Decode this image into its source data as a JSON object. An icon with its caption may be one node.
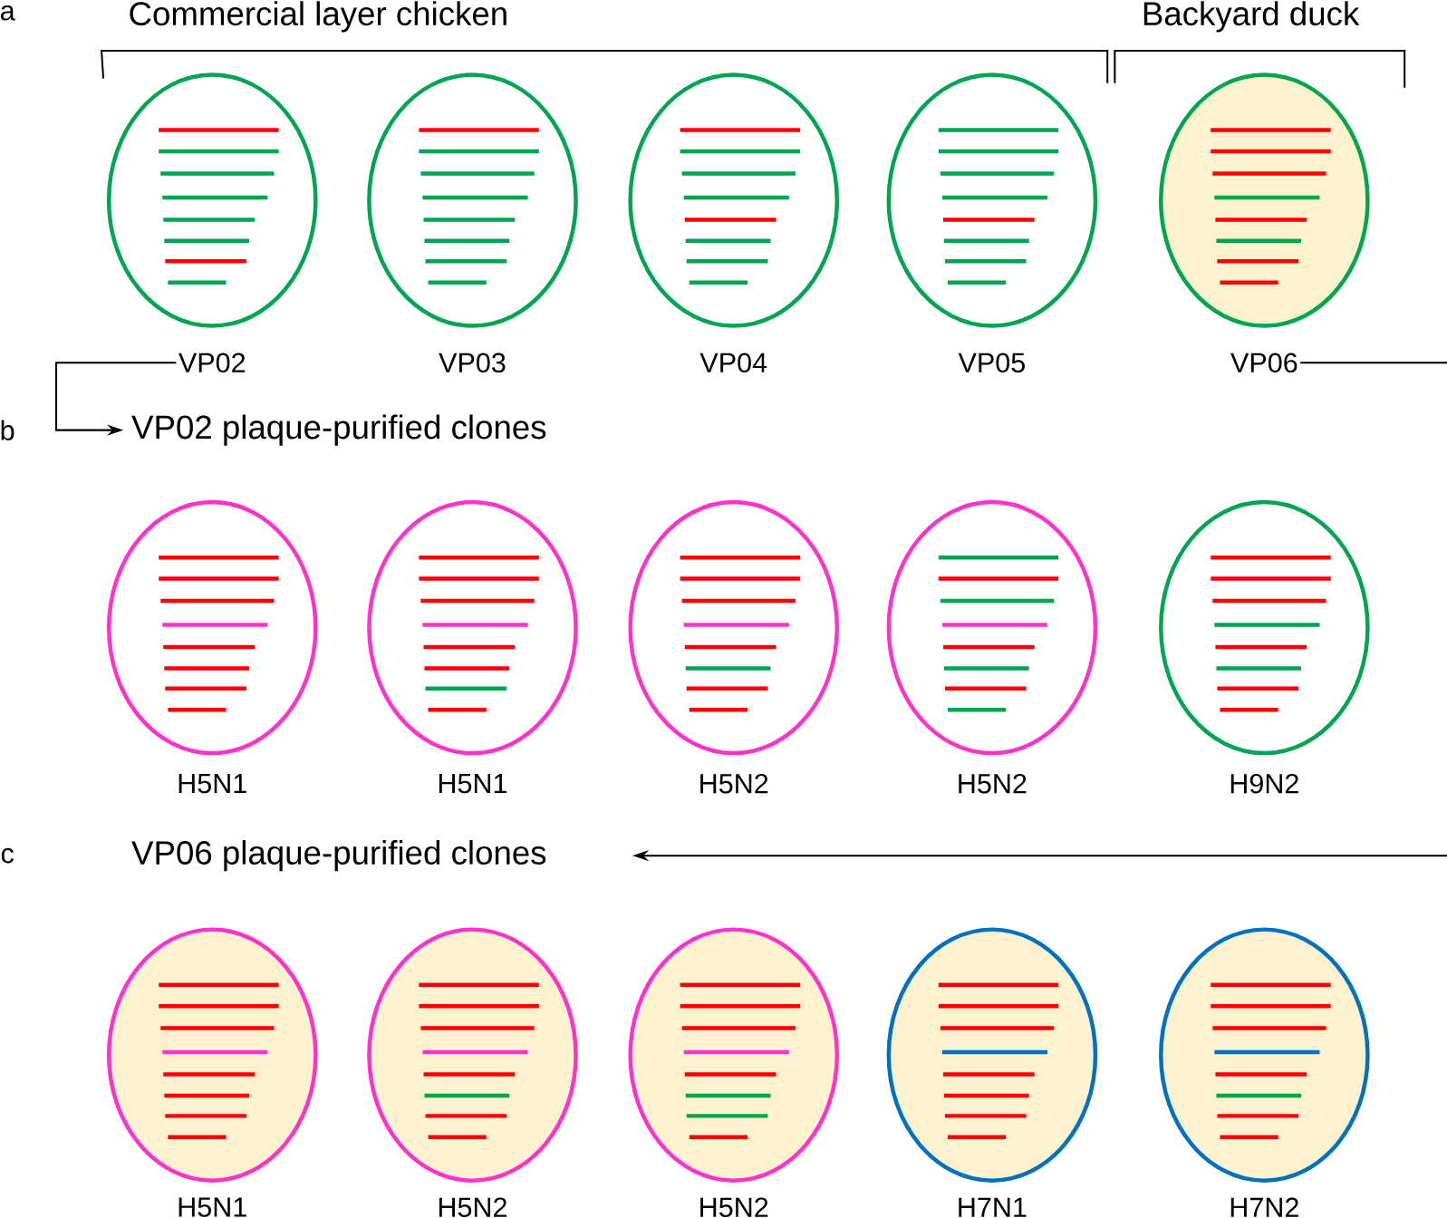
{
  "diagram": {
    "nodes": [
      {
        "text": [
          "VP02"
        ]
      },
      {
        "text": [
          "VP03"
        ]
      },
      {
        "text": [
          "VP04"
        ]
      },
      {
        "text": [
          "VP05"
        ]
      },
      {
        "text": [
          "VP06"
        ]
      },
      {
        "text": [
          "VP02 plaque-purified clones"
        ]
      },
      {
        "text": [
          "H5N1"
        ]
      },
      {
        "text": [
          "H5N1"
        ]
      },
      {
        "text": [
          "H5N2"
        ]
      },
      {
        "text": [
          "H5N2"
        ]
      },
      {
        "text": [
          "H9N2"
        ]
      },
      {
        "text": [
          "VP06 plaque-purified clones"
        ]
      },
      {
        "text": [
          "H5N1"
        ]
      },
      {
        "text": [
          "H5N2"
        ]
      },
      {
        "text": [
          "H5N2"
        ]
      },
      {
        "text": [
          "H7N1"
        ]
      },
      {
        "text": [
          "H7N2"
        ]
      }
    ],
    "edges": [
      {
        "from": 0,
        "to": 5,
        "arrow": "to"
      },
      {
        "from": 4,
        "to": 11,
        "arrow": "to"
      }
    ],
    "labels": [
      "a",
      "Commercial layer chicken",
      "Backyard duck",
      "b",
      "c"
    ]
  }
}
